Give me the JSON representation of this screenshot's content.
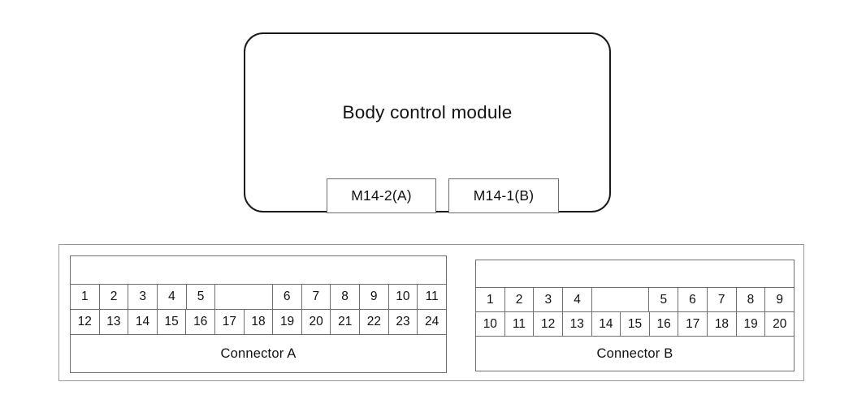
{
  "diagram": {
    "module": {
      "title": "Body control module",
      "tabs": [
        {
          "label": "M14-2(A)",
          "name": "connector-tab-a"
        },
        {
          "label": "M14-1(B)",
          "name": "connector-tab-b"
        }
      ]
    },
    "connectors": [
      {
        "id": "connector-a",
        "label": "Connector A",
        "row1": [
          "1",
          "2",
          "3",
          "4",
          "5",
          "",
          "6",
          "7",
          "8",
          "9",
          "10",
          "11"
        ],
        "row1_spans": [
          1,
          1,
          1,
          1,
          1,
          2,
          1,
          1,
          1,
          1,
          1,
          1
        ],
        "row2": [
          "12",
          "13",
          "14",
          "15",
          "16",
          "17",
          "18",
          "19",
          "20",
          "21",
          "22",
          "23",
          "24"
        ],
        "total_pins": 24
      },
      {
        "id": "connector-b",
        "label": "Connector B",
        "row1": [
          "1",
          "2",
          "3",
          "4",
          "",
          "5",
          "6",
          "7",
          "8",
          "9"
        ],
        "row1_spans": [
          1,
          1,
          1,
          1,
          2,
          1,
          1,
          1,
          1,
          1
        ],
        "row2": [
          "10",
          "11",
          "12",
          "13",
          "14",
          "15",
          "16",
          "17",
          "18",
          "19",
          "20"
        ],
        "total_pins": 20
      }
    ]
  },
  "colors": {
    "module_border": "#1a1a1a",
    "table_border": "#6f6f6f",
    "frame_border": "#9a9a9a",
    "text": "#111111",
    "background": "#ffffff"
  }
}
